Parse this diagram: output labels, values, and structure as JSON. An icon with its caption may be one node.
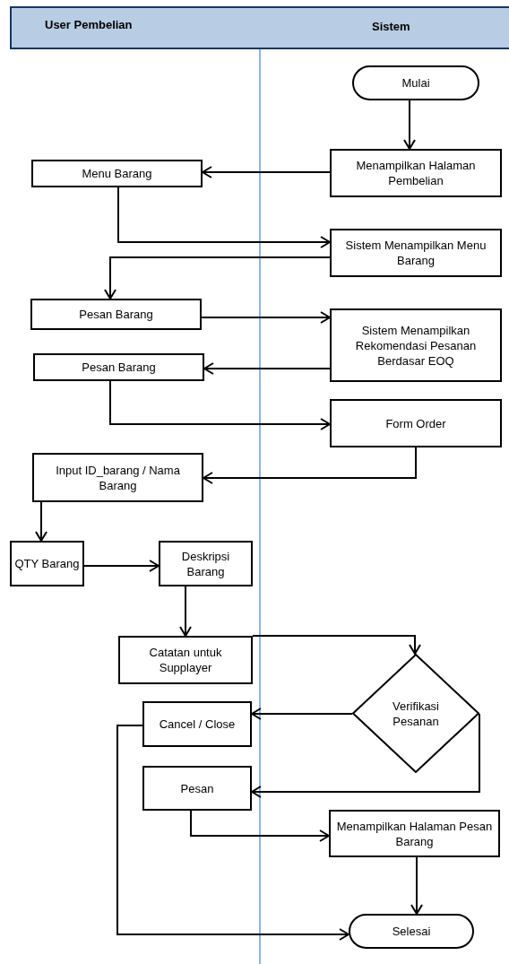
{
  "diagram": {
    "nodes": [
      {
        "text": [
          "Mulai"
        ]
      },
      {
        "text": [
          "Menampilkan Halaman Pembelian"
        ]
      },
      {
        "text": [
          "Menu Barang"
        ]
      },
      {
        "text": [
          "Sistem Menampilkan Menu Barang"
        ]
      },
      {
        "text": [
          "Pesan Barang"
        ]
      },
      {
        "text": [
          "Sistem Menampilkan Rekomendasi Pesanan Berdasar EOQ"
        ]
      },
      {
        "text": [
          "Pesan Barang"
        ]
      },
      {
        "text": [
          "Form Order"
        ]
      },
      {
        "text": [
          "Input ID_barang / Nama Barang"
        ]
      },
      {
        "text": [
          "QTY Barang"
        ]
      },
      {
        "text": [
          "Deskripsi Barang"
        ]
      },
      {
        "text": [
          "Catatan untuk Supplayer"
        ]
      },
      {
        "text": [
          "Verifikasi Pesanan"
        ]
      },
      {
        "text": [
          "Cancel / Close"
        ]
      },
      {
        "text": [
          "Pesan"
        ]
      },
      {
        "text": [
          "Menampilkan Halaman Pesan Barang"
        ]
      },
      {
        "text": [
          "Selesai"
        ]
      }
    ],
    "edges": [
      {
        "from": 0,
        "to": 1,
        "arrow": "to"
      },
      {
        "from": 1,
        "to": 2,
        "arrow": "to"
      },
      {
        "from": 2,
        "to": 3,
        "arrow": "to"
      },
      {
        "from": 3,
        "to": 4,
        "arrow": "to"
      },
      {
        "from": 4,
        "to": 5,
        "arrow": "to"
      },
      {
        "from": 5,
        "to": 6,
        "arrow": "to"
      },
      {
        "from": 6,
        "to": 7,
        "arrow": "to"
      },
      {
        "from": 7,
        "to": 8,
        "arrow": "to"
      },
      {
        "from": 8,
        "to": 9,
        "arrow": "to"
      },
      {
        "from": 9,
        "to": 10,
        "arrow": "to"
      },
      {
        "from": 10,
        "to": 11,
        "arrow": "to"
      },
      {
        "from": 11,
        "to": 12,
        "arrow": "to"
      },
      {
        "from": 12,
        "to": 13,
        "arrow": "to"
      },
      {
        "from": 12,
        "to": 14,
        "arrow": "to"
      },
      {
        "from": 14,
        "to": 15,
        "arrow": "to"
      },
      {
        "from": 15,
        "to": 16,
        "arrow": "to"
      },
      {
        "from": 13,
        "to": 16,
        "arrow": "to"
      }
    ],
    "labels": [
      "User Pembelian",
      "Sistem"
    ]
  }
}
